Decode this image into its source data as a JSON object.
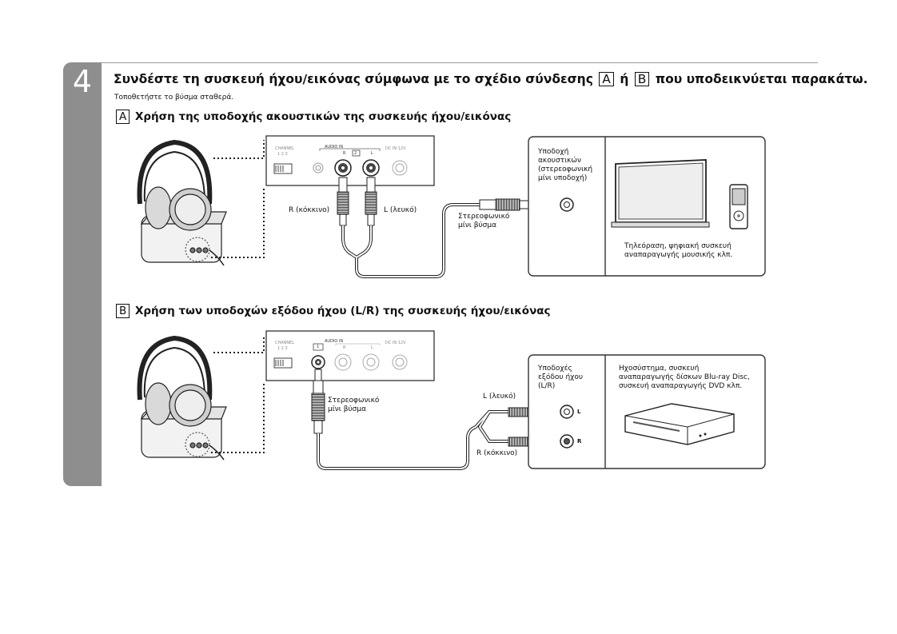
{
  "step": {
    "number": "4",
    "title_prefix": "Συνδέστε τη συσκευή ήχου/εικόνας σύμφωνα με το σχέδιο σύνδεσης",
    "title_box_a": "A",
    "title_joiner": "ή",
    "title_box_b": "B",
    "title_suffix": "που υποδεικνύεται παρακάτω.",
    "subtitle": "Τοποθετήστε το βύσμα σταθερά."
  },
  "section_a": {
    "letter": "A",
    "heading": "Χρήση της υποδοχής ακουστικών της συσκευής ήχου/εικόνας",
    "panel": {
      "channel": "CHANNEL",
      "channel_nums": "1  2  3",
      "audio_in": "AUDIO IN",
      "r": "R",
      "l": "L",
      "dc_in": "DC IN 12V",
      "jack_num": "2"
    },
    "label_r": "R (κόκκινο)",
    "label_l": "L (λευκό)",
    "label_plug": "Στερεοφωνικό\nμίνι βύσμα",
    "label_jack": "Υποδοχή\nακουστικών\n(στερεοφωνική\nμίνι υποδοχή)",
    "label_devices": "Τηλεόραση, ψηφιακή συσκευή\nαναπαραγωγής μουσικής κλπ."
  },
  "section_b": {
    "letter": "B",
    "heading": "Χρήση των υποδοχών εξόδου ήχου (L/R) της συσκευής ήχου/εικόνας",
    "panel": {
      "channel": "CHANNEL",
      "channel_nums": "1  2  3",
      "audio_in": "AUDIO IN",
      "r": "R",
      "l": "L",
      "dc_in": "DC IN 12V",
      "jack_num": "1"
    },
    "label_plug": "Στερεοφωνικό\nμίνι βύσμα",
    "label_outputs": "Υποδοχές\nεξόδου ήχου\n(L/R)",
    "label_l_white": "L (λευκό)",
    "label_r_red": "R (κόκκινο)",
    "jack_l": "L",
    "jack_r": "R",
    "label_devices": "Ηχοσύστημα, συσκευή\nαναπαραγωγής δίσκων Blu-ray Disc,\nσυσκευή αναπαραγωγής DVD κλπ."
  }
}
